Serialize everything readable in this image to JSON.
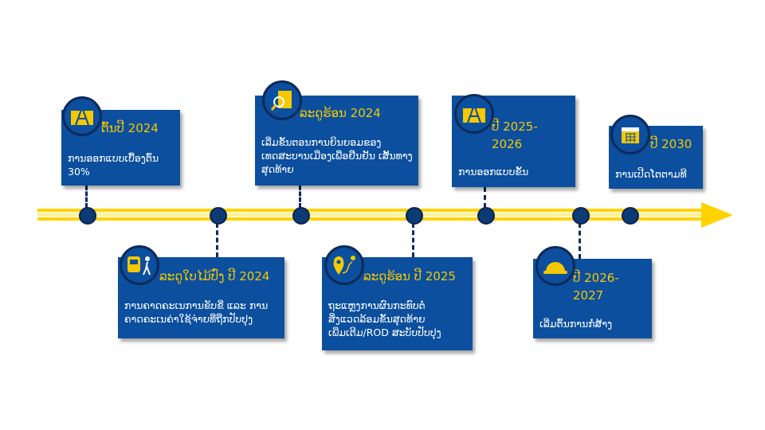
{
  "colors": {
    "box": "#0b4f9e",
    "accent": "#f5c800",
    "timeline": "#ffd200"
  },
  "milestones": [
    {
      "title": "ຕົ້ນປີ 2024",
      "desc": "ການອອກແບບເບື້ອງຕົ້ນ 30%",
      "icon": "drafting-compass-icon"
    },
    {
      "title": "ລະດູໃບໄມ້ປົ່ງ ປີ 2024",
      "desc": "ການຄາດຄະເນການຂັບຂີ່ ແລະ ການ ຄາດຄະເນຄ່າໃຊ້ຈ່າຍທີ່ຖືກປັບປຸງ",
      "icon": "bus-pedestrian-icon"
    },
    {
      "title": "ລະດູຮ້ອນ 2024",
      "desc": "ເລີ່ມຂັ້ນຕອນການຍິນຍອມຂອງ ເທດສະບານເມືອງເພື່ອຢືນຢັນ ເສັ້ນທາງສຸດທ້າຍ",
      "icon": "document-search-icon"
    },
    {
      "title": "ລະດູຮ້ອນ ປີ 2025",
      "desc": "ຖະແຫຼງການຜົນກະທົບຕໍ່ ສິ່ງແວດລ້ອມຂັ້ນສຸດທ້າຍ ເພີ່ມເຕີມ/ROD ສະບັບປັບປຸງ",
      "icon": "route-pin-icon"
    },
    {
      "title": "ປີ 2025-2026",
      "desc": "ການອອກແບບຂັ້ນ",
      "icon": "drafting-compass-icon"
    },
    {
      "title": "ປີ 2026-2027",
      "desc": "ເລີ່ມຕົ້ນການກໍ່ສ້າງ",
      "icon": "hard-hat-icon"
    },
    {
      "title": "ປີ 2030",
      "desc": "ການເປີດໂຕຕາມທີ",
      "icon": "calendar-icon"
    }
  ]
}
